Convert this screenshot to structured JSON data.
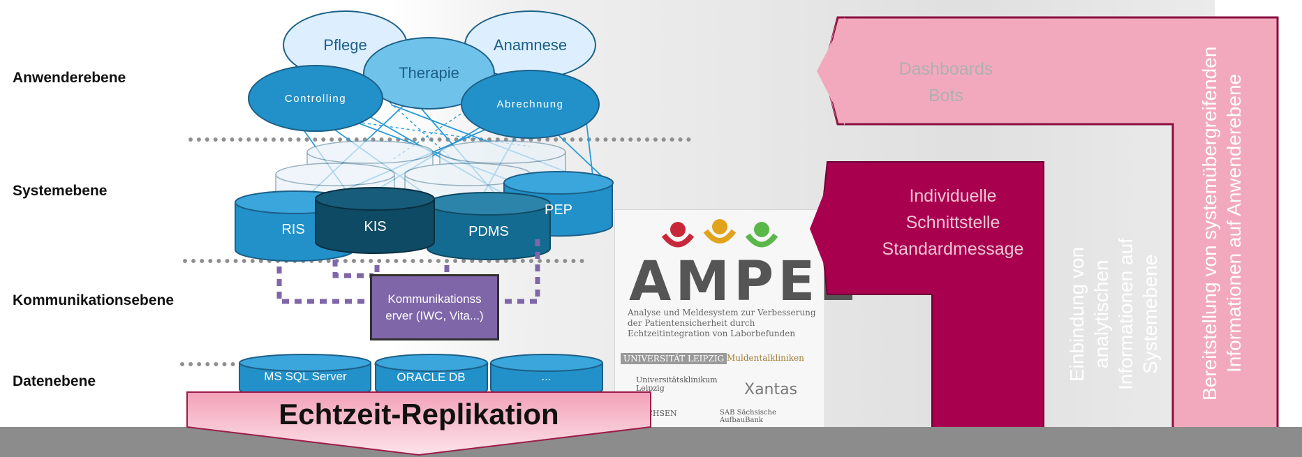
{
  "layers": {
    "user": "Anwenderebene",
    "system": "Systemebene",
    "communication": "Kommunikationsebene",
    "data": "Datenebene"
  },
  "apps": {
    "pflege": "Pflege",
    "anamnese": "Anamnese",
    "therapie": "Therapie",
    "controlling": "Controlling",
    "abrechnung": "Abrechnung"
  },
  "systems": {
    "ris": "RIS",
    "kis": "KIS",
    "pdms": "PDMS",
    "pep": "PEP"
  },
  "comm_server": "Kommunikationss erver (IWC, Vita...)",
  "databases": {
    "mssql": "MS SQL Server",
    "oracle": "ORACLE DB",
    "more": "..."
  },
  "replication": "Echtzeit-Replikation",
  "dashboards": {
    "line1": "Dashboards",
    "line2": "Bots"
  },
  "interface": {
    "line1": "Individuelle",
    "line2": "Schnittstelle",
    "line3": "Standardmessage"
  },
  "vertical_mid": "Einbindung von analytischen Informationen auf Systemebene",
  "vertical_right": "Bereitstellung von systemübergreifenden Informationen auf Anwenderebene",
  "poster": {
    "title": "AMPEL",
    "subtitle": "Analyse und Meldesystem zur Verbesserung der Patientensicherheit durch Echtzeitintegration von Laborbefunden",
    "logo_uni": "UNIVERSITÄT LEIPZIG",
    "logo_klinikum": "Universitätsklinikum Leipzig",
    "logo_mulde": "Muldentalkliniken",
    "logo_xantas": "Xantas",
    "logo_sachsen": "SACHSEN",
    "logo_sab": "SAB Sächsische AufbauBank"
  },
  "colors": {
    "accent_blue": "#2291c9",
    "dark_teal": "#0e4a63",
    "magenta": "#a8004f",
    "pink": "#f2a9bd",
    "purple": "#7f66a9"
  }
}
